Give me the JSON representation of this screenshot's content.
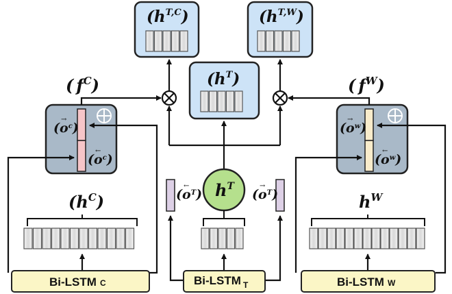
{
  "labels": {
    "hTC": {
      "paren_open": "(",
      "base": "h",
      "sup": "T,C",
      "paren_close": ")"
    },
    "hTW": {
      "paren_open": "(",
      "base": "h",
      "sup": "T,W",
      "paren_close": ")"
    },
    "hT_box": {
      "paren_open": "(",
      "base": "h",
      "sup": "T",
      "paren_close": ")"
    },
    "fC": {
      "paren_open": "(",
      "base": "f",
      "sup": "C",
      "paren_close": ")"
    },
    "fW": {
      "paren_open": "(",
      "base": "f",
      "sup": "W",
      "paren_close": ")"
    },
    "hC": {
      "paren_open": "(",
      "base": "h",
      "sup": "C",
      "paren_close": ")"
    },
    "hW": {
      "base": "h",
      "sup": "W"
    },
    "hT_circle": {
      "base": "h",
      "sup": "T"
    }
  },
  "o_labels": {
    "c_fwd": {
      "paren_open": "(",
      "base": "o",
      "sub": "c",
      "arrow": "→",
      "paren_close": ")"
    },
    "c_bwd": {
      "paren_open": "(",
      "base": "o",
      "sub": "c",
      "arrow": "←",
      "paren_close": ")"
    },
    "w_fwd": {
      "paren_open": "(",
      "base": "o",
      "sub": "w",
      "arrow": "→",
      "paren_close": ")"
    },
    "w_bwd": {
      "paren_open": "(",
      "base": "o",
      "sub": "w",
      "arrow": "←",
      "paren_close": ")"
    },
    "t_left": {
      "paren_open": "(",
      "base": "o",
      "sub": "T",
      "arrow": "←",
      "paren_close": ")"
    },
    "t_right": {
      "paren_open": "(",
      "base": "o",
      "sub": "T",
      "arrow": "→",
      "paren_close": ")"
    }
  },
  "bilstm": {
    "c": {
      "main": "Bi-LSTM",
      "sub": "C"
    },
    "t": {
      "main": "Bi-LSTM",
      "sub": "T"
    },
    "w": {
      "main": "Bi-LSTM",
      "sub": "W"
    }
  },
  "symbols": {
    "multiply": "⊗",
    "plus": "⊕"
  },
  "colors": {
    "box_fill": "#cde3f7",
    "concat_box_fill": "#a9b9c8",
    "circle_fill": "#b5e08d",
    "bilstm_fill": "#fbf6c6",
    "c_vector": "#f6c5c8",
    "w_vector": "#f9eccb",
    "t_vector": "#ddd0e6",
    "cell_fill": "#e6e6e6"
  }
}
